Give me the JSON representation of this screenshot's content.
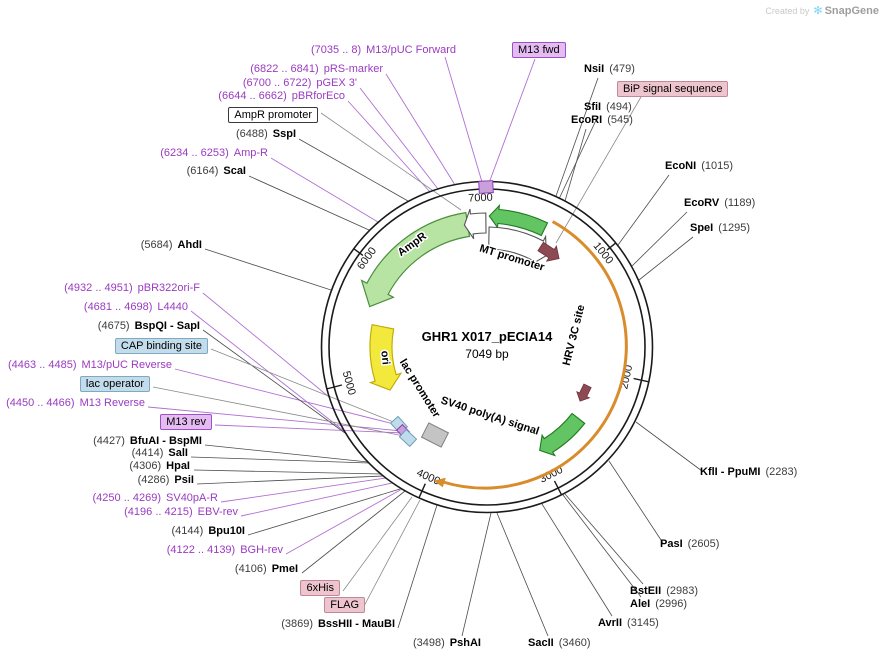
{
  "watermark": {
    "created_by": "Created by",
    "brand": "SnapGene",
    "logo_glyph": "✻"
  },
  "plasmid": {
    "name": "GHR1 X017_pECIA14",
    "size": "7049 bp"
  },
  "ticks": {
    "t1000": "1000",
    "t2000": "2000",
    "t3000": "3000",
    "t4000": "4000",
    "t5000": "5000",
    "t6000": "6000",
    "t7000": "7000"
  },
  "features": {
    "ampr": "AmpR",
    "mt_promoter": "MT promoter",
    "hrv3c": "HRV 3C site",
    "ori": "ori",
    "lac_promoter": "lac promoter",
    "sv40_polya": "SV40 poly(A) signal"
  },
  "badges": {
    "m13_fwd": "M13 fwd",
    "bip": "BiP signal sequence",
    "ampr_promoter": "AmpR promoter",
    "cap": "CAP binding site",
    "lac_operator": "lac operator",
    "m13_rev": "M13 rev",
    "his6": "6xHis",
    "flag": "FLAG"
  },
  "enzymes": {
    "nsii": {
      "name": "NsiI",
      "pos": "(479)"
    },
    "sfii": {
      "name": "SfiI",
      "pos": "(494)"
    },
    "ecori": {
      "name": "EcoRI",
      "pos": "(545)"
    },
    "econi": {
      "name": "EcoNI",
      "pos": "(1015)"
    },
    "ecorv": {
      "name": "EcoRV",
      "pos": "(1189)"
    },
    "spei": {
      "name": "SpeI",
      "pos": "(1295)"
    },
    "kfli_ppumi": {
      "name": "KflI - PpuMI",
      "pos": "(2283)"
    },
    "pasi": {
      "name": "PasI",
      "pos": "(2605)"
    },
    "bsteii": {
      "name": "BstEII",
      "pos": "(2983)"
    },
    "alei": {
      "name": "AleI",
      "pos": "(2996)"
    },
    "avrii": {
      "name": "AvrII",
      "pos": "(3145)"
    },
    "sacii": {
      "name": "SacII",
      "pos": "(3460)"
    },
    "pshai": {
      "pos": "(3498)",
      "name": "PshAI"
    },
    "bsshii_maubi": {
      "pos": "(3869)",
      "name": "BssHII - MauBI"
    },
    "pmei": {
      "pos": "(4106)",
      "name": "PmeI"
    },
    "bpu10i": {
      "pos": "(4144)",
      "name": "Bpu10I"
    },
    "psii": {
      "pos": "(4286)",
      "name": "PsiI"
    },
    "hpai": {
      "pos": "(4306)",
      "name": "HpaI"
    },
    "sali": {
      "pos": "(4414)",
      "name": "SalI"
    },
    "bfuai_bspmi": {
      "pos": "(4427)",
      "name": "BfuAI - BspMI"
    },
    "bspqi_sapi": {
      "pos": "(4675)",
      "name": "BspQI - SapI"
    },
    "ahdi": {
      "pos": "(5684)",
      "name": "AhdI"
    },
    "scai": {
      "pos": "(6164)",
      "name": "ScaI"
    },
    "sspi": {
      "pos": "(6488)",
      "name": "SspI"
    }
  },
  "primers": {
    "m13puc_forward": {
      "pos": "(7035 .. 8)",
      "name": "M13/pUC Forward"
    },
    "prs_marker": {
      "pos": "(6822 .. 6841)",
      "name": "pRS-marker"
    },
    "pgex3": {
      "pos": "(6700 .. 6722)",
      "name": "pGEX 3'"
    },
    "pbrforeco": {
      "pos": "(6644 .. 6662)",
      "name": "pBRforEco"
    },
    "amp_r": {
      "pos": "(6234 .. 6253)",
      "name": "Amp-R"
    },
    "pbr322ori_f": {
      "pos": "(4932 .. 4951)",
      "name": "pBR322ori-F"
    },
    "l4440": {
      "pos": "(4681 .. 4698)",
      "name": "L4440"
    },
    "m13puc_reverse": {
      "pos": "(4463 .. 4485)",
      "name": "M13/pUC Reverse"
    },
    "m13_reverse": {
      "pos": "(4450 .. 4466)",
      "name": "M13 Reverse"
    },
    "sv40pa_r": {
      "pos": "(4250 .. 4269)",
      "name": "SV40pA-R"
    },
    "ebv_rev": {
      "pos": "(4196 .. 4215)",
      "name": "EBV-rev"
    },
    "bgh_rev": {
      "pos": "(4122 .. 4139)",
      "name": "BGH-rev"
    }
  },
  "colors": {
    "primer_text": "#9a3bc0",
    "primer_line": "#b06fd4",
    "enzyme_text": "#000000",
    "insert_arc_orange": "#d98c2b",
    "ampr_fill": "#b7e3a3",
    "green_arrow_fill": "#62c462",
    "ori_fill": "#f2e93c",
    "maroon_feature": "#8e4a52",
    "badge_purple_bg": "#e5bcf2",
    "badge_rose_bg": "#eec5cf",
    "badge_blue_bg": "#c2dceb"
  }
}
